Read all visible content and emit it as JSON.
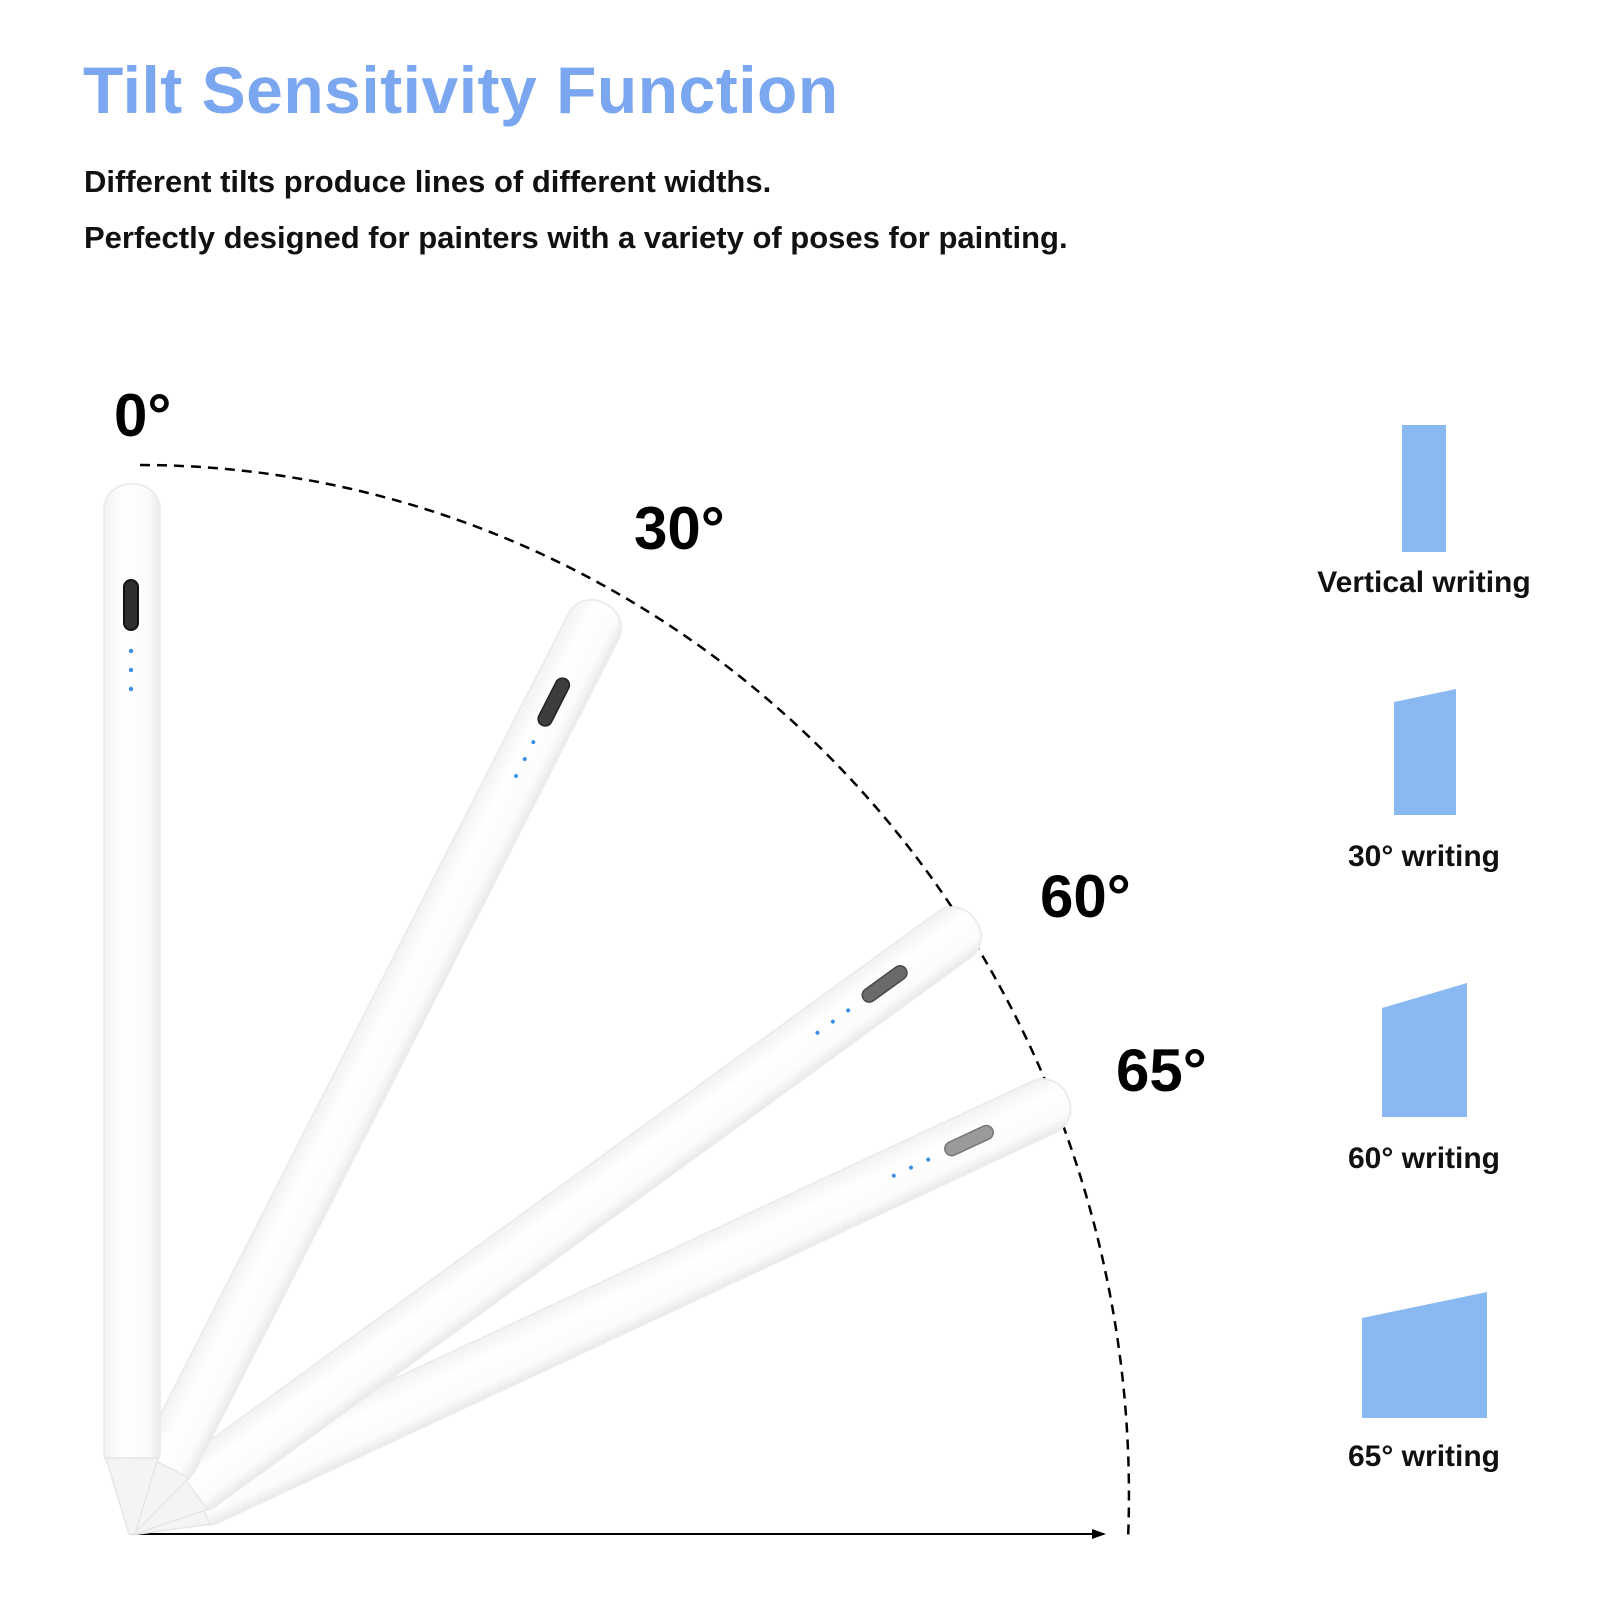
{
  "title": "Tilt Sensitivity Function",
  "description": [
    "Different tilts produce lines of different widths.",
    "Perfectly designed for painters with a variety of poses for painting."
  ],
  "angle_labels": [
    "0°",
    "30°",
    "60°",
    "65°"
  ],
  "swatches": [
    {
      "label": "Vertical writing"
    },
    {
      "label": "30° writing"
    },
    {
      "label": "60° writing"
    },
    {
      "label": "65° writing"
    }
  ],
  "colors": {
    "title": "#7BA7F0",
    "swatch_fill": "#8AB8F0",
    "indicator_dots": "#3A8EE6"
  }
}
